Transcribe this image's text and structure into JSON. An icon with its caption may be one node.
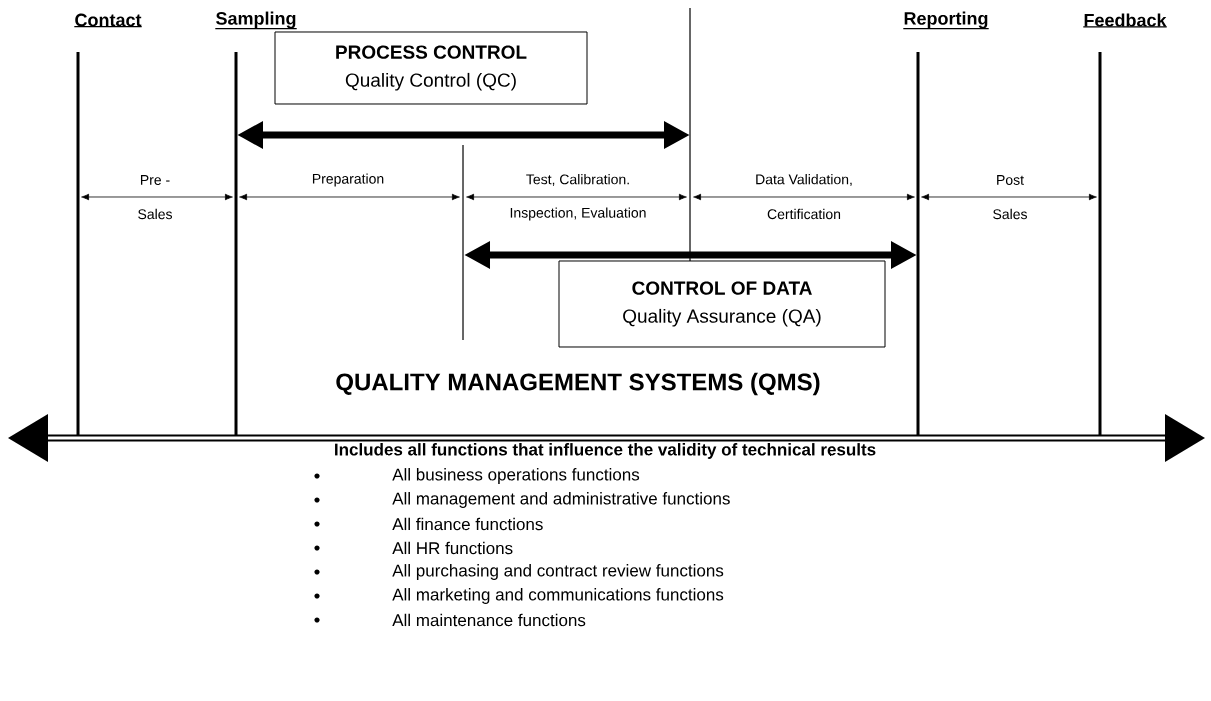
{
  "diagram": {
    "nodes": [
      {
        "text": [
          "PROCESS CONTROL",
          "Quality Control (QC)"
        ]
      },
      {
        "text": [
          "CONTROL OF DATA",
          "Quality Assurance (QA)"
        ]
      }
    ],
    "labels": [
      "Contact",
      "Sampling",
      "Reporting",
      "Feedback",
      "Pre -",
      "Preparation",
      "Test, Calibration.",
      "Data Validation,",
      "Post",
      "Sales",
      "Inspection, Evaluation",
      "Certification",
      "Sales",
      "QUALITY MANAGEMENT SYSTEMS (QMS)",
      "Includes all functions that influence the validity of technical results",
      "All business operations functions",
      "All management and administrative functions",
      "All finance functions",
      "All HR functions",
      "All purchasing and contract review functions",
      "All marketing and communications functions",
      "All maintenance functions"
    ]
  }
}
